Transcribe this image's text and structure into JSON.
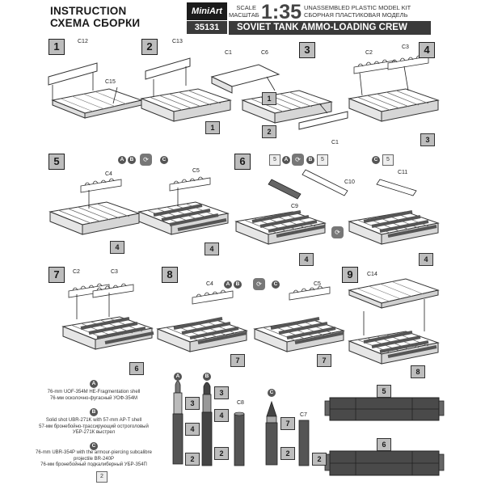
{
  "header": {
    "instruction_en": "INSTRUCTION",
    "instruction_ru": "СХЕМА СБОРКИ",
    "brand": "MiniArt",
    "kit_number": "35131",
    "scale_label_en": "SCALE",
    "scale_label_ru": "МАСШТАБ",
    "scale": "1:35",
    "kit_desc_en": "UNASSEMBLED PLASTIC MODEL KIT",
    "kit_desc_ru": "СБОРНАЯ ПЛАСТИКОВАЯ МОДЕЛЬ",
    "kit_name": "SOVIET TANK AMMO-LOADING CREW"
  },
  "steps": [
    "1",
    "2",
    "3",
    "4",
    "5",
    "6",
    "7",
    "8",
    "9"
  ],
  "parts": {
    "s1_c12": "C12",
    "s1_c15": "C15",
    "s2_c13": "C13",
    "s2_ref": "1",
    "s3_c1a": "C1",
    "s3_c6": "C6",
    "s3_ref1": "1",
    "s3_ref2": "2",
    "s3_c1b": "C1",
    "s4_c2": "C2",
    "s4_c3": "C3",
    "s4_ref": "3",
    "s5_c4": "C4",
    "s5_c5": "C5",
    "s5_ref_a": "4",
    "s5_ref_b": "4",
    "s6_c10": "C10",
    "s6_c9": "C9",
    "s6_c11": "C11",
    "s6_ref_a": "4",
    "s6_ref_b": "4",
    "s7_c2": "C2",
    "s7_c3": "C3",
    "s7_ref": "6",
    "s8_c4": "C4",
    "s8_c5": "C5",
    "s8_ref_a": "7",
    "s8_ref_b": "7",
    "s9_c14": "C14",
    "s9_ref": "8",
    "shell_c8": "C8",
    "shell_c7": "C7",
    "crate_top": "5",
    "crate_bottom": "6"
  },
  "variant_marks": {
    "a": "A",
    "b": "B",
    "c": "C",
    "five": "5",
    "two": "2"
  },
  "shell_tags": [
    "3",
    "4",
    "2",
    "3",
    "4",
    "2",
    "7",
    "2",
    "2"
  ],
  "legend": {
    "a_en": "76-mm UOF-354M HE-Fragmentation shell",
    "a_ru": "76-мм осколочно-фугасный УОФ-354М",
    "b_en": "Solid shot UBR-271K with 57-mm AP-T shell",
    "b_ru": "57-мм бронебойно-трассирующий остроголовый УБР-271К выстрел",
    "c_en": "76-mm UBR-354P with the armour-piercing subcalibre projectile BR-240P",
    "c_ru": "76-мм бронебойный подкалиберный УБР-354П"
  }
}
